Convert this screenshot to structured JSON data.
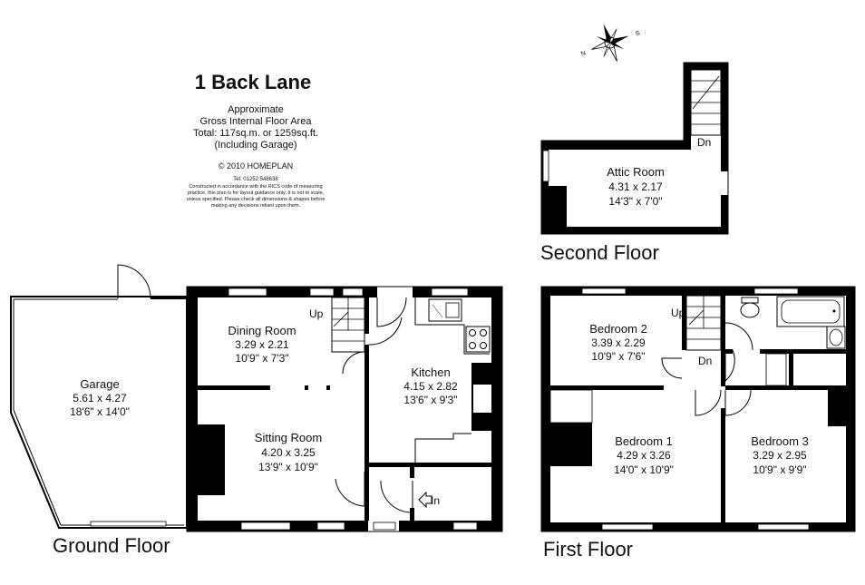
{
  "header": {
    "title": "1 Back Lane",
    "area_lines": [
      "Approximate",
      "Gross Internal Floor Area",
      "Total: 117sq.m. or 1259sq.ft.",
      "(Including Garage)"
    ],
    "copyright": "© 2010 HOMEPLAN",
    "tel": "Tel: 01252 548638",
    "disclaimer": [
      "Constructed in accordance with the RICS code of measuring",
      "practice, this plan is for layout guidance only. It is not to scale,",
      "unless specified.  Please check all dimensions & shapes before",
      "making any decisions reliant upon them."
    ]
  },
  "compass": {
    "letters": [
      "N",
      "S"
    ]
  },
  "floors": {
    "ground": "Ground Floor",
    "first": "First Floor",
    "second": "Second Floor"
  },
  "rooms": {
    "garage": {
      "name": "Garage",
      "metric": "5.61 x 4.27",
      "imperial": "18'6\" x 14'0\""
    },
    "dining": {
      "name": "Dining Room",
      "metric": "3.29 x 2.21",
      "imperial": "10'9\" x 7'3\""
    },
    "sitting": {
      "name": "Sitting Room",
      "metric": "4.20 x 3.25",
      "imperial": "13'9\" x 10'9\""
    },
    "kitchen": {
      "name": "Kitchen",
      "metric": "4.15 x 2.82",
      "imperial": "13'6\" x 9'3\""
    },
    "bedroom2": {
      "name": "Bedroom 2",
      "metric": "3.39 x 2.29",
      "imperial": "10'9\" x 7'6\""
    },
    "bedroom1": {
      "name": "Bedroom 1",
      "metric": "4.29 x 3.26",
      "imperial": "14'0\" x 10'9\""
    },
    "bedroom3": {
      "name": "Bedroom 3",
      "metric": "3.29 x 2.95",
      "imperial": "10'9\" x 9'9\""
    },
    "attic": {
      "name": "Attic Room",
      "metric": "4.31 x 2.17",
      "imperial": "14'3\" x 7'0\""
    }
  },
  "labels": {
    "up_ground": "Up",
    "up_first": "Up",
    "dn_first": "Dn",
    "dn_attic": "Dn",
    "entrance": "In"
  }
}
